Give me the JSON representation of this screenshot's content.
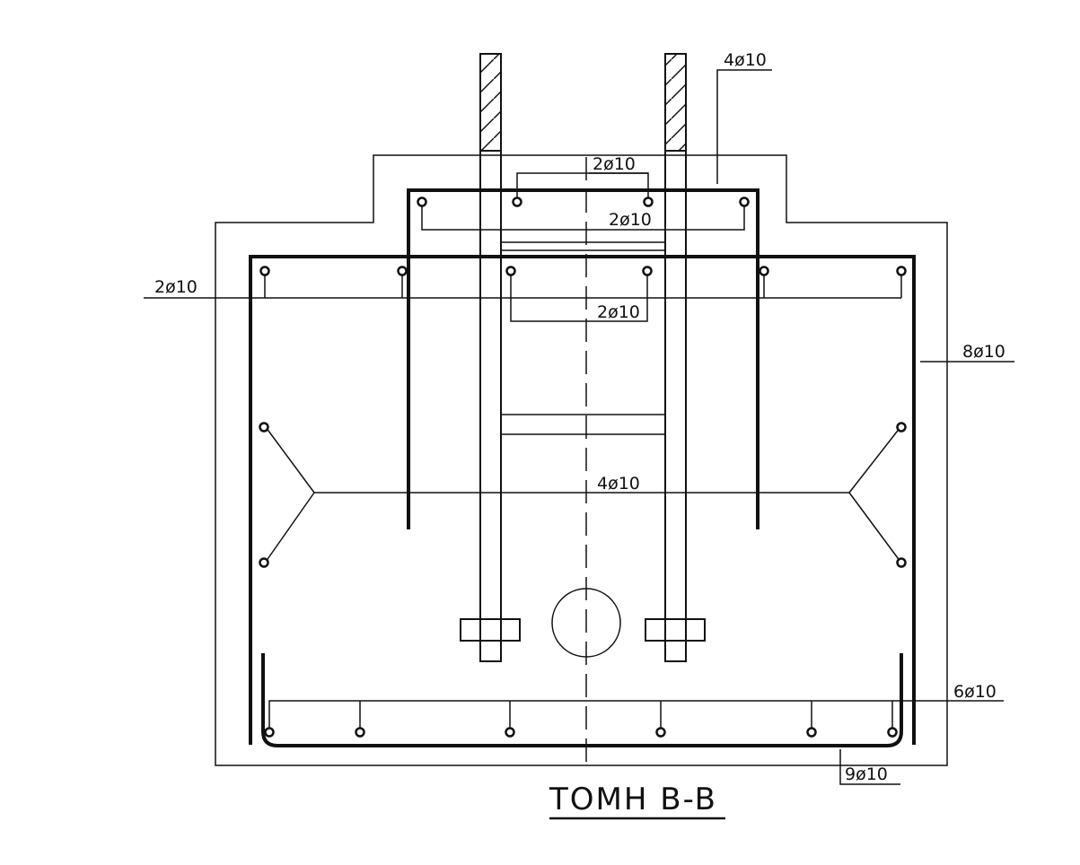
{
  "title": "TOMH B-B",
  "rebar_labels": {
    "top_right": "4ø10",
    "top_inner_1": "2ø10",
    "top_inner_2": "2ø10",
    "left_mid": "2ø10",
    "center_mid": "2ø10",
    "right_side": "8ø10",
    "center_web": "4ø10",
    "bottom_right": "6ø10",
    "bottom_stirrup": "9ø10"
  }
}
